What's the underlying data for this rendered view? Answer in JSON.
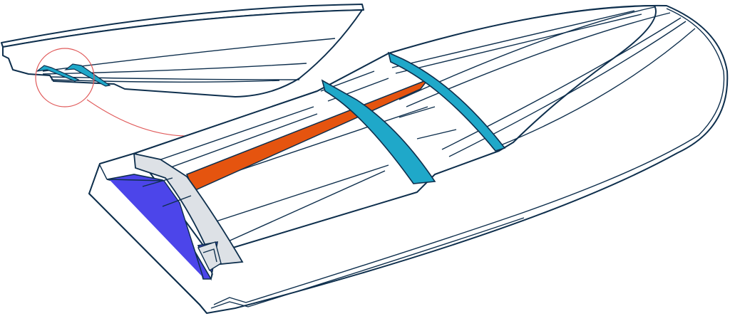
{
  "diagram": {
    "subject": "Boat hull with stepped bottom and strakes",
    "views": [
      {
        "name": "side-profile",
        "description": "Hull side view with two highlighted steps circled"
      },
      {
        "name": "isometric-bottom",
        "description": "Cutaway isometric view of hull bottom"
      }
    ],
    "callout": {
      "type": "magnifier-circle",
      "connects": "side-profile steps to isometric step location",
      "color": "#e05a5a"
    },
    "highlights": [
      {
        "name": "hull-steps",
        "color": "#1fa8c9"
      },
      {
        "name": "strake-channel",
        "color": "#e5540f"
      },
      {
        "name": "transom-cutaway",
        "color": "#4c45ea"
      },
      {
        "name": "hull-section",
        "color": "#dde1e6"
      }
    ],
    "colors": {
      "outline": "#0e2f4d",
      "background": "#ffffff",
      "step": "#1fa8c9",
      "strake": "#e5540f",
      "cutaway": "#4c45ea",
      "section": "#dde1e6",
      "callout": "#e05a5a"
    }
  }
}
